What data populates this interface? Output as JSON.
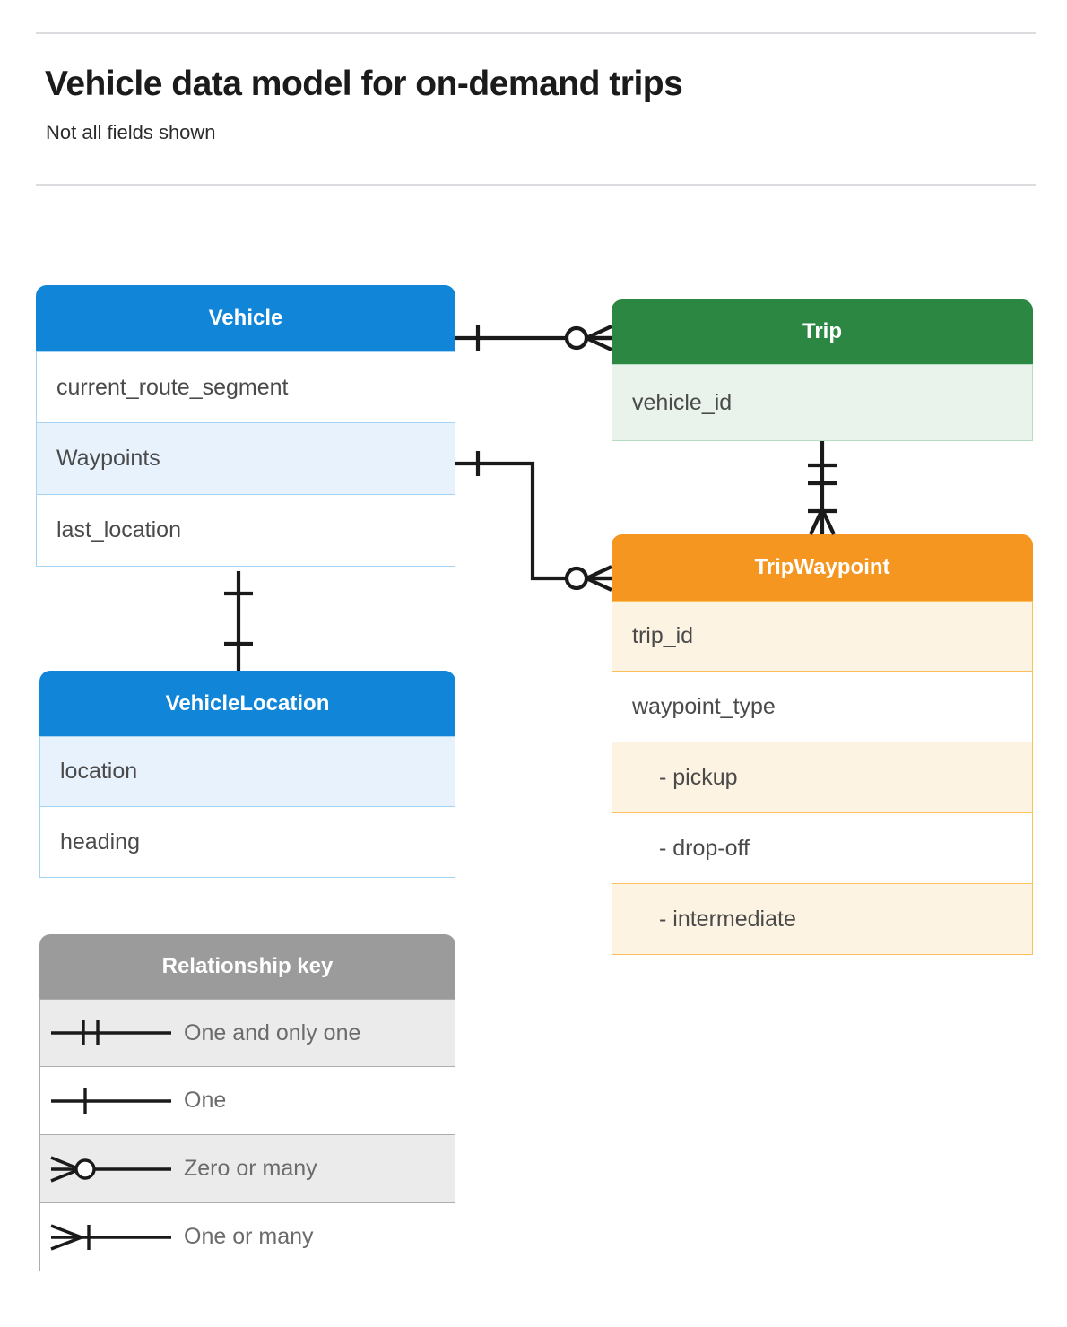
{
  "header": {
    "title": "Vehicle data model for on-demand trips",
    "subtitle": "Not all fields shown"
  },
  "entities": [
    {
      "id": "vehicle",
      "name": "Vehicle",
      "color": "#1186d8",
      "row_fill": "#e8f2fd",
      "border": "#a5d3f3",
      "fields": [
        "current_route_segment",
        "Waypoints",
        "last_location"
      ]
    },
    {
      "id": "trip",
      "name": "Trip",
      "color": "#2c8743",
      "row_fill": "#e9f3ec",
      "border": "#b4dcc0",
      "fields": [
        "vehicle_id"
      ]
    },
    {
      "id": "tripwaypoint",
      "name": "TripWaypoint",
      "color": "#f59620",
      "row_fill": "#fdf3e2",
      "border": "#fbbf5c",
      "fields": [
        "trip_id",
        "waypoint_type",
        "-  pickup",
        "-  drop-off",
        "-  intermediate"
      ]
    },
    {
      "id": "vehiclelocation",
      "name": "VehicleLocation",
      "color": "#1186d8",
      "row_fill": "#e8f2fd",
      "border": "#a5d3f3",
      "fields": [
        "location",
        "heading"
      ]
    }
  ],
  "legend": {
    "title": "Relationship key",
    "header_color": "#9b9b9b",
    "rows": [
      {
        "symbol": "one-and-only-one",
        "label": "One and only one"
      },
      {
        "symbol": "one",
        "label": "One"
      },
      {
        "symbol": "zero-or-many",
        "label": "Zero or many"
      },
      {
        "symbol": "one-or-many",
        "label": "One or many"
      }
    ]
  },
  "relationships": [
    {
      "from": "Vehicle",
      "to": "Trip",
      "from_cardinality": "One",
      "to_cardinality": "Zero or many"
    },
    {
      "from": "Vehicle.Waypoints",
      "to": "TripWaypoint",
      "from_cardinality": "One",
      "to_cardinality": "Zero or many"
    },
    {
      "from": "Trip",
      "to": "TripWaypoint",
      "from_cardinality": "One and only one",
      "to_cardinality": "One or many"
    },
    {
      "from": "Vehicle",
      "to": "VehicleLocation",
      "from_cardinality": "One",
      "to_cardinality": "One"
    }
  ]
}
